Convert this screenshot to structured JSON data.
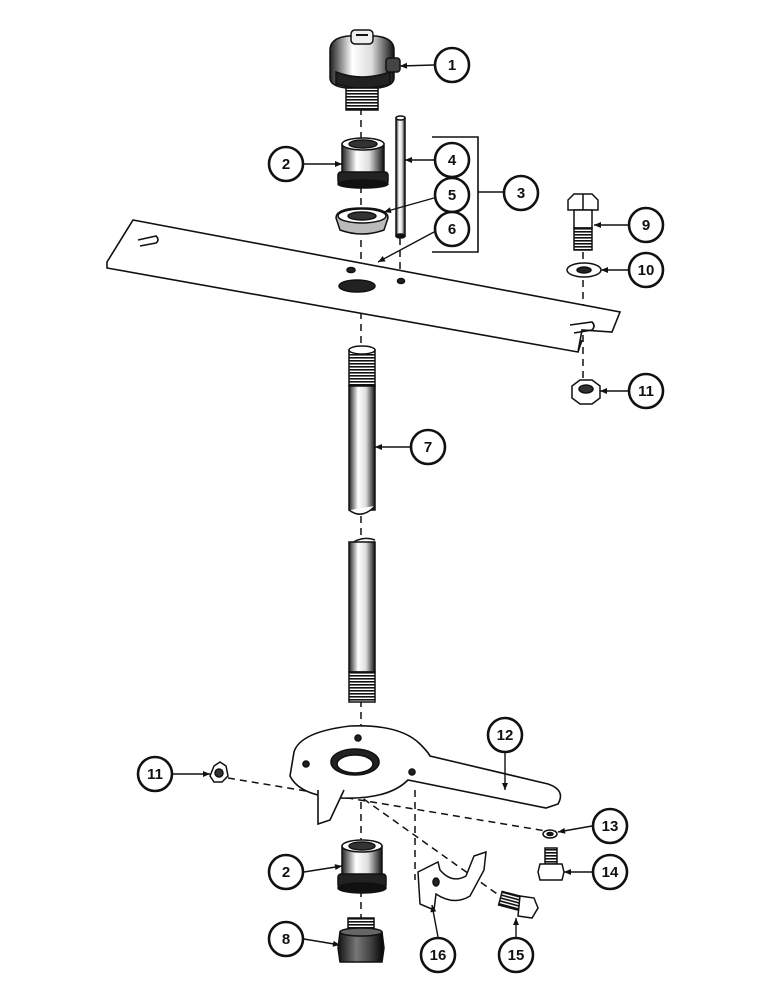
{
  "diagram": {
    "type": "exploded-parts-diagram",
    "callouts": [
      {
        "id": "c1",
        "label": "1"
      },
      {
        "id": "c2a",
        "label": "2"
      },
      {
        "id": "c3",
        "label": "3"
      },
      {
        "id": "c4",
        "label": "4"
      },
      {
        "id": "c5",
        "label": "5"
      },
      {
        "id": "c6",
        "label": "6"
      },
      {
        "id": "c7",
        "label": "7"
      },
      {
        "id": "c8",
        "label": "8"
      },
      {
        "id": "c9",
        "label": "9"
      },
      {
        "id": "c10",
        "label": "10"
      },
      {
        "id": "c11a",
        "label": "11"
      },
      {
        "id": "c11b",
        "label": "11"
      },
      {
        "id": "c12",
        "label": "12"
      },
      {
        "id": "c13",
        "label": "13"
      },
      {
        "id": "c14",
        "label": "14"
      },
      {
        "id": "c15",
        "label": "15"
      },
      {
        "id": "c16",
        "label": "16"
      },
      {
        "id": "c2b",
        "label": "2"
      }
    ],
    "colors": {
      "ink": "#111111",
      "paper": "#ffffff",
      "shade": "#3a3a3a"
    }
  }
}
